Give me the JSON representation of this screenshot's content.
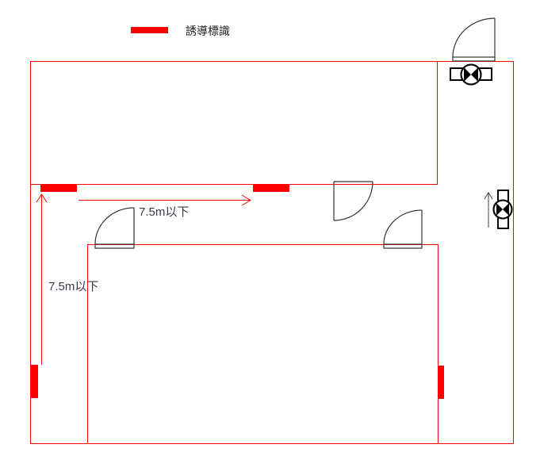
{
  "legend": {
    "label": "誘導標識",
    "color": "#ff0000"
  },
  "dimensions": {
    "horizontal_label": "7.5m以下",
    "vertical_label": "7.5m以下"
  },
  "colors": {
    "wall": "#ff0000",
    "door": "#333333",
    "light": "#000000"
  }
}
